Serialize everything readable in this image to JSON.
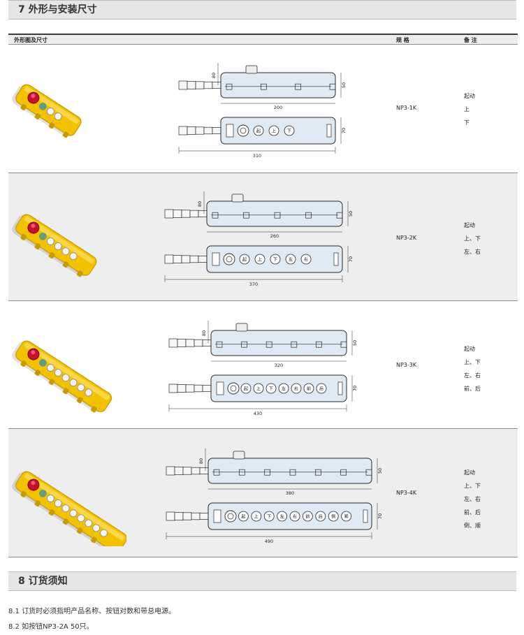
{
  "section7": {
    "title": "7 外形与安装尺寸"
  },
  "table": {
    "headers": {
      "shape": "外形图及尺寸",
      "spec": "规 格",
      "note": "备 注"
    },
    "rows": [
      {
        "spec": "NP3-1K",
        "notes": [
          "起动",
          "上",
          "下"
        ],
        "dims": {
          "height_cable": "80",
          "height_body": "50",
          "width_body": "70",
          "len_body": "200",
          "len_total": "310"
        },
        "buttons": [
          "起动",
          "上",
          "下"
        ]
      },
      {
        "spec": "NP3-2K",
        "notes": [
          "起动",
          "上、下",
          "左、右"
        ],
        "dims": {
          "height_cable": "80",
          "height_body": "50",
          "width_body": "70",
          "len_body": "260",
          "len_total": "370"
        },
        "buttons": [
          "起动",
          "上",
          "下",
          "左",
          "右"
        ]
      },
      {
        "spec": "NP3-3K",
        "notes": [
          "起动",
          "上、下",
          "左、右",
          "前、后"
        ],
        "dims": {
          "height_cable": "80",
          "height_body": "50",
          "width_body": "70",
          "len_body": "320",
          "len_total": "430"
        },
        "buttons": [
          "起动",
          "上",
          "下",
          "左",
          "右",
          "前",
          "后"
        ]
      },
      {
        "spec": "NP3-4K",
        "notes": [
          "起动",
          "上、下",
          "左、右",
          "前、后",
          "倒、顺"
        ],
        "dims": {
          "height_cable": "80",
          "height_body": "50",
          "width_body": "70",
          "len_body": "380",
          "len_total": "490"
        },
        "buttons": [
          "起动",
          "上",
          "下",
          "左",
          "右",
          "前",
          "后",
          "倒",
          "顺"
        ]
      }
    ]
  },
  "section8": {
    "title": "8 订货须知",
    "items": [
      "8.1 订货时必须指明产品名称、按钮对数和带总电源。",
      "8.2 如按钮NP3-2A  50只。"
    ]
  },
  "colors": {
    "housing": "#f2c200",
    "housing_dark": "#c99a00",
    "drawing_fill": "#dfeaf4",
    "drawing_stroke": "#2a2a2a",
    "estop": "#c8102e"
  }
}
